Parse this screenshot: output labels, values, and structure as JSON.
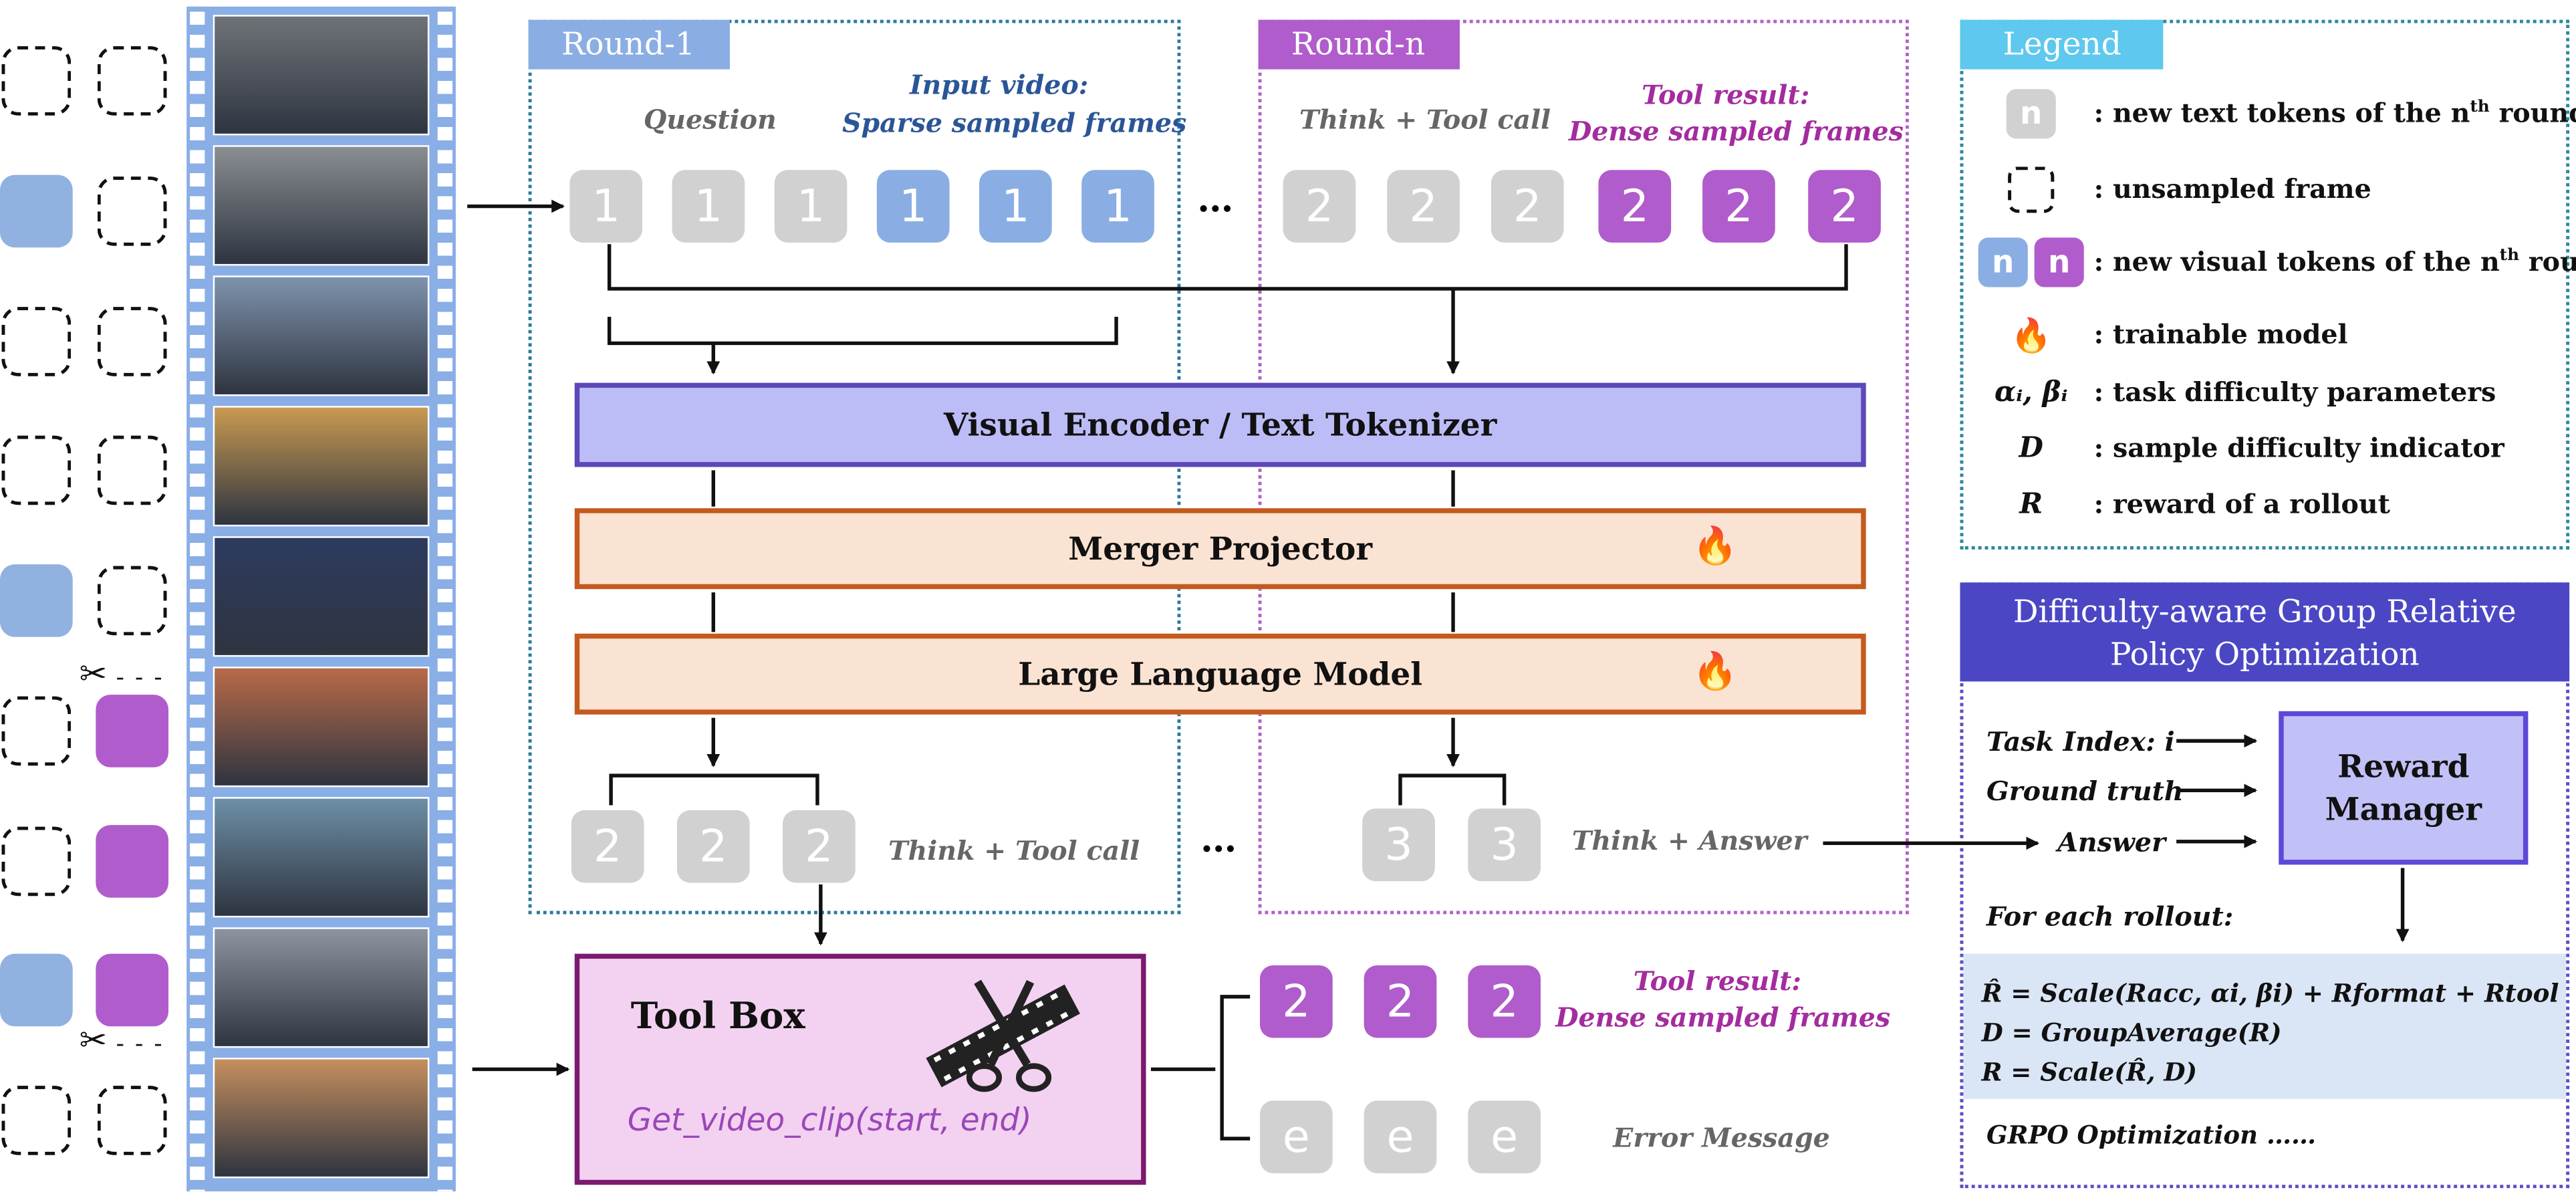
{
  "film_strip": {
    "sampled_pattern": [
      [
        "unsampled",
        "unsampled"
      ],
      [
        "blue",
        "unsampled"
      ],
      [
        "unsampled",
        "unsampled"
      ],
      [
        "unsampled",
        "unsampled"
      ],
      [
        "blue",
        "unsampled"
      ],
      [
        "unsampled",
        "purple"
      ],
      [
        "unsampled",
        "purple"
      ],
      [
        "blue",
        "purple"
      ],
      [
        "unsampled",
        "unsampled"
      ]
    ],
    "scissor_symbol": "✂",
    "frame_colors": [
      "#6f7378",
      "#8a8e92",
      "#7f93ad",
      "#c99a52",
      "#2d3b5f",
      "#b86a48",
      "#6d8fa5",
      "#8e93a0",
      "#c58f5d"
    ]
  },
  "round1": {
    "tag": "Round-1",
    "question_label": "Question",
    "input_label_line1": "Input video:",
    "input_label_line2": "Sparse sampled frames",
    "tokens_in": [
      "1",
      "1",
      "1",
      "1",
      "1",
      "1"
    ],
    "ellipsis": "…",
    "tokens_out": [
      "2",
      "2",
      "2"
    ],
    "out_label": "Think + Tool call"
  },
  "roundn": {
    "tag": "Round-n",
    "think_label": "Think + Tool call",
    "tool_label_line1": "Tool result:",
    "tool_label_line2": "Dense sampled frames",
    "tokens_in": [
      "2",
      "2",
      "2",
      "2",
      "2",
      "2"
    ],
    "tokens_out": [
      "3",
      "3"
    ],
    "out_label": "Think + Answer",
    "ellipsis": "…"
  },
  "model": {
    "encoder": "Visual Encoder / Text Tokenizer",
    "projector": "Merger Projector",
    "llm": "Large Language Model",
    "flame": "🔥"
  },
  "toolbox": {
    "title": "Tool Box",
    "function": "Get_video_clip(start, end)",
    "result_tokens": [
      "2",
      "2",
      "2"
    ],
    "result_label_line1": "Tool result:",
    "result_label_line2": "Dense sampled frames",
    "error_tokens": [
      "e",
      "e",
      "e"
    ],
    "error_label": "Error Message"
  },
  "legend": {
    "tag": "Legend",
    "text_token": "n",
    "text_desc": ": new text tokens of the n",
    "th": "th",
    "round_suffix": " round",
    "unsampled_desc": ": unsampled frame",
    "visual_token": "n",
    "visual_desc": ": new visual tokens of the n",
    "flame": "🔥",
    "trainable_desc": ": trainable model",
    "alpha_beta": "αᵢ, βᵢ",
    "alpha_desc": ": task difficulty parameters",
    "d_sym": "D",
    "d_desc": ": sample difficulty indicator",
    "r_sym": "R",
    "r_desc": ": reward of a rollout"
  },
  "grpo": {
    "title_line1": "Difficulty-aware Group Relative",
    "title_line2": "Policy Optimization",
    "task_index": "Task Index: i",
    "ground_truth": "Ground truth",
    "answer": "Answer",
    "reward_line1": "Reward",
    "reward_line2": "Manager",
    "for_each": "For each rollout:",
    "eq1": "R̂ = Scale(Racc, αi, βi) + Rformat + Rtool",
    "eq2": "D = GroupAverage(R)",
    "eq3": "R = Scale(R̂, D)",
    "final": "GRPO Optimization ……"
  },
  "colors": {
    "blue_token": "#8aaee3",
    "purple_token": "#b05ccc",
    "gray_token": "#d1d1d1",
    "encoder_fill": "#bcbcf7",
    "encoder_border": "#5d48b8",
    "llm_fill": "#fbe3d3",
    "llm_border": "#c55a1e",
    "round1_border": "#2b7a9a",
    "roundn_border": "#b062c8",
    "legend_tag": "#5ec8ee",
    "grpo_header": "#4b47c4",
    "toolbox_fill": "#f3d2f1",
    "toolbox_border": "#7b1a6e",
    "equation_fill": "#dae6f5"
  }
}
